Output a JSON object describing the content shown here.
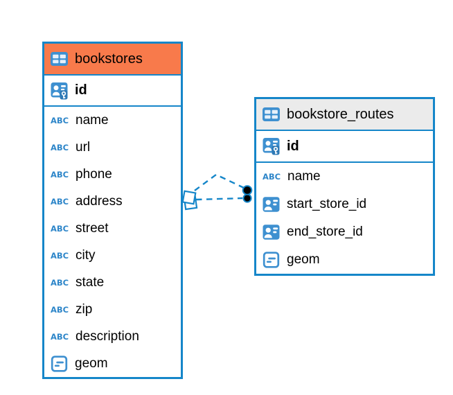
{
  "colors": {
    "table_border": "#1586C9",
    "bookstores_header_bg": "#F87A4B",
    "routes_header_bg": "#EBEBEB",
    "icon_blue": "#3E90D0",
    "relation_line": "#1586C9",
    "text": "#000000"
  },
  "icons": {
    "text_type_label": "ABC"
  },
  "tables": [
    {
      "name": "bookstores",
      "header_bg": "bookstores_header_bg",
      "key_column": {
        "name": "id",
        "icon": "primary-key-icon"
      },
      "columns": [
        {
          "name": "name",
          "icon": "text-type-icon"
        },
        {
          "name": "url",
          "icon": "text-type-icon"
        },
        {
          "name": "phone",
          "icon": "text-type-icon"
        },
        {
          "name": "address",
          "icon": "text-type-icon"
        },
        {
          "name": "street",
          "icon": "text-type-icon"
        },
        {
          "name": "city",
          "icon": "text-type-icon"
        },
        {
          "name": "state",
          "icon": "text-type-icon"
        },
        {
          "name": "zip",
          "icon": "text-type-icon"
        },
        {
          "name": "description",
          "icon": "text-type-icon"
        },
        {
          "name": "geom",
          "icon": "geometry-type-icon"
        }
      ]
    },
    {
      "name": "bookstore_routes",
      "header_bg": "routes_header_bg",
      "key_column": {
        "name": "id",
        "icon": "primary-key-icon"
      },
      "columns": [
        {
          "name": "name",
          "icon": "text-type-icon"
        },
        {
          "name": "start_store_id",
          "icon": "reference-type-icon"
        },
        {
          "name": "end_store_id",
          "icon": "reference-type-icon"
        },
        {
          "name": "geom",
          "icon": "geometry-type-icon"
        }
      ]
    }
  ],
  "relationship": {
    "from_table": "bookstores",
    "to_table": "bookstore_routes",
    "line_style": "dashed",
    "line_count": 2,
    "from_marker": "overlapping-squares",
    "to_marker": "overlapping-black-dots"
  }
}
